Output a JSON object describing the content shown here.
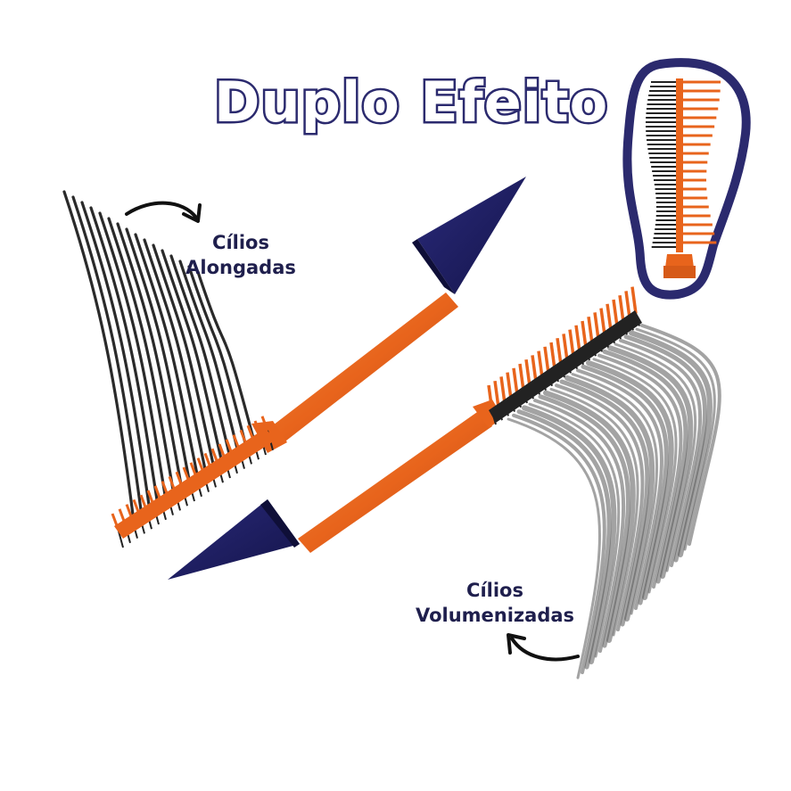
{
  "title": "Duplo Efeito",
  "labels": {
    "lengthening_line1": "Cílios",
    "lengthening_line2": "Alongadas",
    "volumizing_line1": "Cílios",
    "volumizing_line2": "Volumenizadas"
  },
  "colors": {
    "navy": "#1f1f66",
    "orange": "#e8641c",
    "title_outline": "#2b2a6e",
    "lash": "#2a2a2a"
  }
}
